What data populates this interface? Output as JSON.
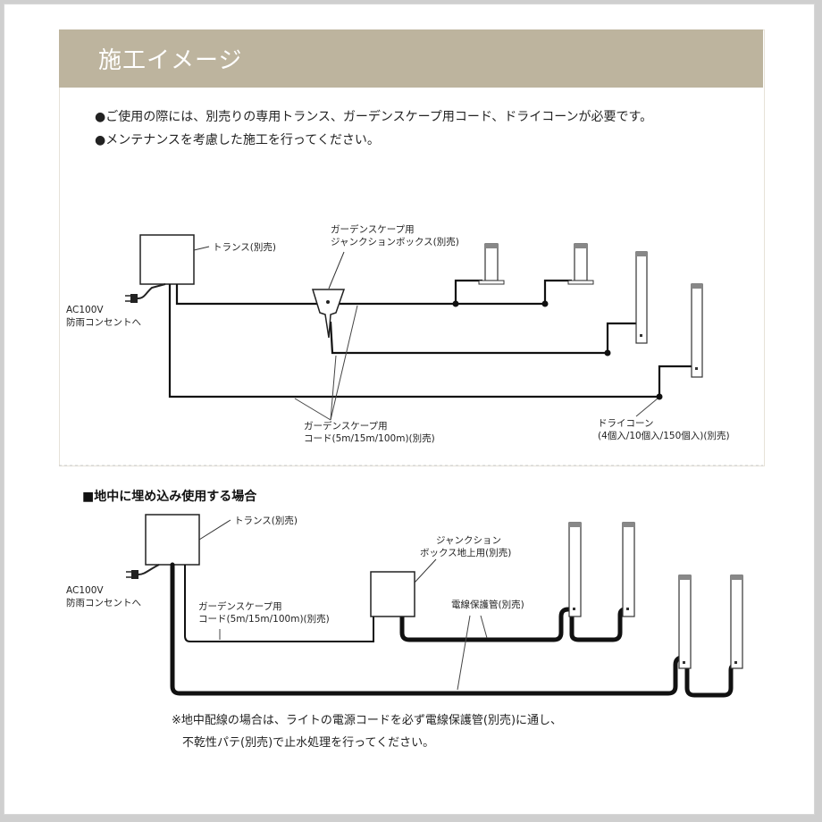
{
  "header": {
    "title": "施工イメージ"
  },
  "notes": [
    "●ご使用の際には、別売りの専用トランス、ガーデンスケープ用コード、ドライコーンが必要です。",
    "●メンテナンスを考慮した施工を行ってください。"
  ],
  "diagram1": {
    "transformer_label": "トランス(別売)",
    "outlet_label_1": "AC100V",
    "outlet_label_2": "防雨コンセントへ",
    "junction_label_1": "ガーデンスケープ用",
    "junction_label_2": "ジャンクションボックス(別売)",
    "cord_label_1": "ガーデンスケープ用",
    "cord_label_2": "コード(5m/15m/100m)(別売)",
    "drycone_label_1": "ドライコーン",
    "drycone_label_2": "(4個入/10個入/150個入)(別売)"
  },
  "diagram2": {
    "section_title": "■地中に埋め込み使用する場合",
    "transformer_label": "トランス(別売)",
    "outlet_label_1": "AC100V",
    "outlet_label_2": "防雨コンセントへ",
    "cord_label_1": "ガーデンスケープ用",
    "cord_label_2": "コード(5m/15m/100m)(別売)",
    "junction_label_1": "ジャンクション",
    "junction_label_2": "ボックス地上用(別売)",
    "conduit_label": "電線保護管(別売)",
    "footnote_1": "※地中配線の場合は、ライトの電源コードを必ず電線保護管(別売)に通し、",
    "footnote_2": "不乾性パテ(別売)で止水処理を行ってください。"
  }
}
